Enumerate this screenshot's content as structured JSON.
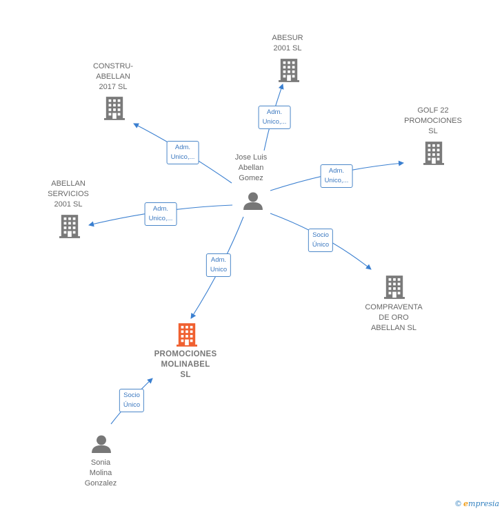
{
  "nodes": {
    "person_center": "Jose Luis\nAbellan\nGomez",
    "person_bottom": "Sonia\nMolina\nGonzalez",
    "abesur": "ABESUR\n2001 SL",
    "construabellan": "CONSTRU-\nABELLAN\n2017  SL",
    "golf22": "GOLF 22\nPROMOCIONES\nSL",
    "abellan_servicios": "ABELLAN\nSERVICIOS\n2001  SL",
    "compraventa": "COMPRAVENTA\nDE ORO\nABELLAN  SL",
    "promociones_molinabel": "PROMOCIONES\nMOLINABEL\nSL"
  },
  "edges": {
    "to_abesur": "Adm.\nUnico,...",
    "to_construabellan": "Adm.\nUnico,...",
    "to_golf22": "Adm.\nUnico,...",
    "to_abellan_servicios": "Adm.\nUnico,...",
    "to_promociones": "Adm.\nUnico",
    "to_compraventa": "Socio\nÚnico",
    "sonia_to_promociones": "Socio\nÚnico"
  },
  "footer": {
    "copyright": "©",
    "brand_initial": "e",
    "brand_rest": "mpresia"
  },
  "colors": {
    "edge": "#3a7fd0",
    "building": "#7a7a7a",
    "building_highlight": "#f06030",
    "person": "#777777"
  }
}
